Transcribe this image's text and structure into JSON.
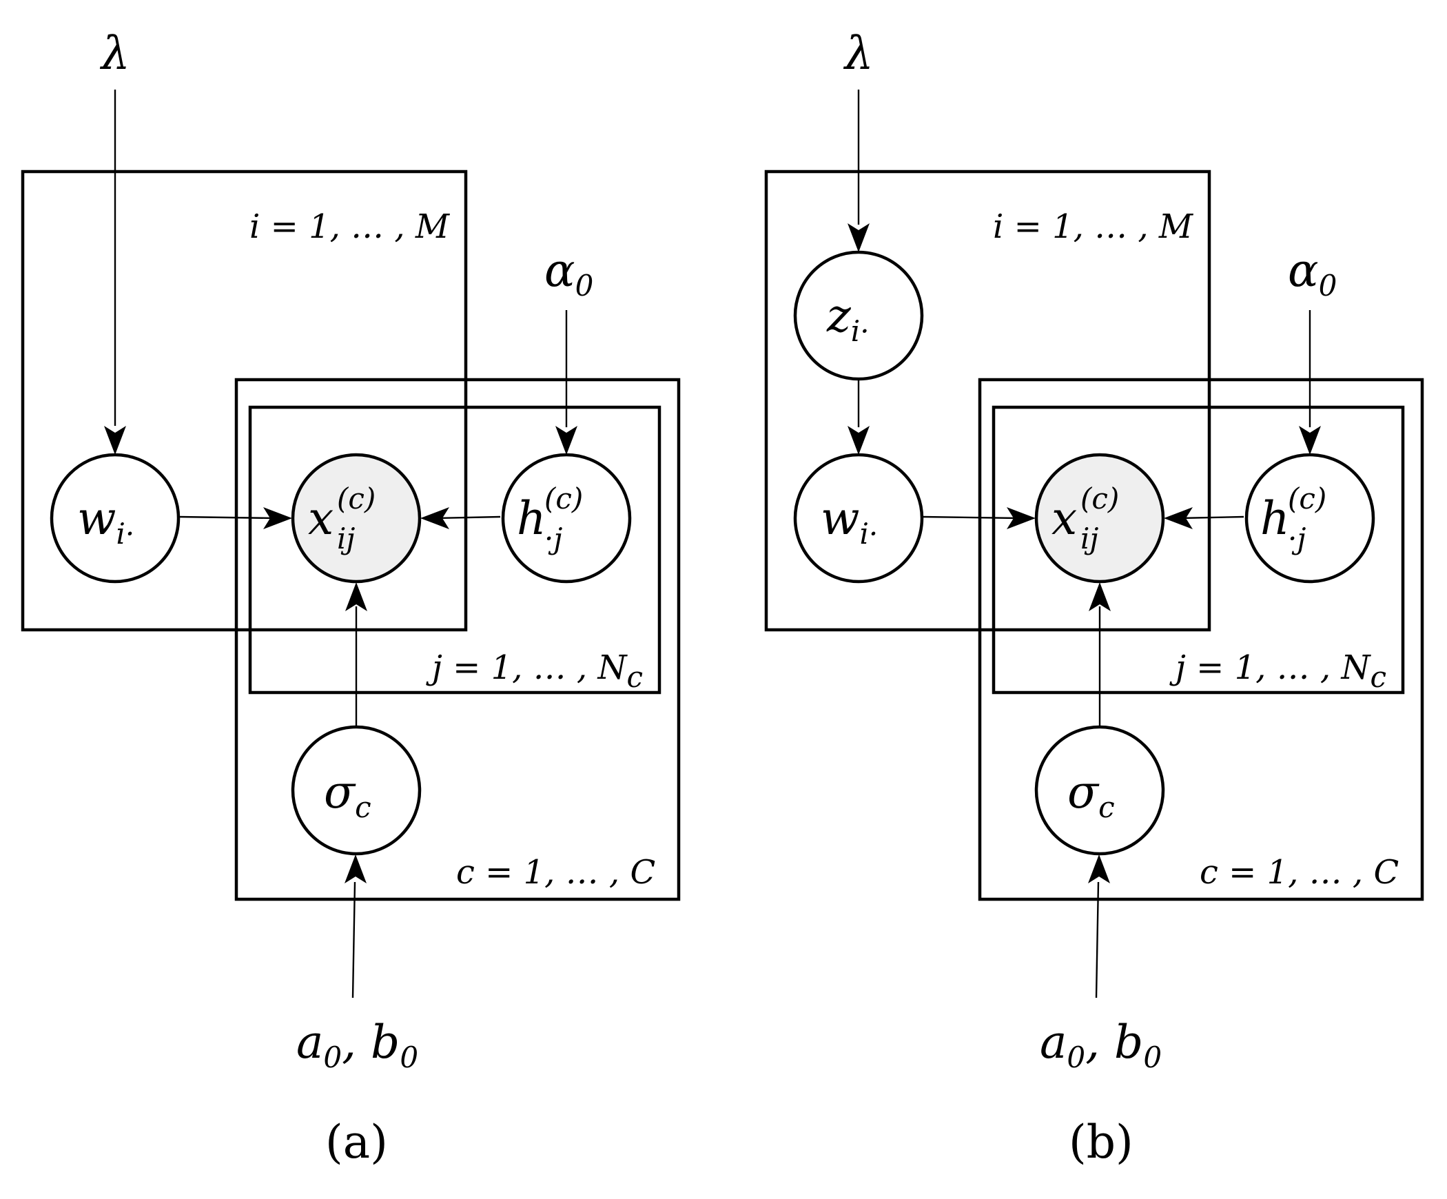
{
  "panels": [
    {
      "id": "a",
      "caption": "(a)",
      "hyper_top": "λ",
      "hyper_right": "α",
      "hyper_right_sub": "0",
      "hyper_bottom": "a",
      "hyper_bottom_sub1": "0",
      "hyper_bottom_mid": ", b",
      "hyper_bottom_sub2": "0",
      "plate_i": "i = 1, … , M",
      "plate_j": "j = 1, … , N",
      "plate_j_sub": "c",
      "plate_c": "c = 1, … , C",
      "node_w": "w",
      "node_w_sub": "i·",
      "node_x": "x",
      "node_x_sup": "(c)",
      "node_x_sub": "ij",
      "node_h": "h",
      "node_h_sup": "(c)",
      "node_h_sub": "·j",
      "node_sigma": "σ",
      "node_sigma_sub": "c"
    },
    {
      "id": "b",
      "caption": "(b)",
      "hyper_top": "λ",
      "hyper_right": "α",
      "hyper_right_sub": "0",
      "hyper_bottom": "a",
      "hyper_bottom_sub1": "0",
      "hyper_bottom_mid": ", b",
      "hyper_bottom_sub2": "0",
      "plate_i": "i = 1, … , M",
      "plate_j": "j = 1, … , N",
      "plate_j_sub": "c",
      "plate_c": "c = 1, … , C",
      "node_z": "z",
      "node_z_sub": "i·",
      "node_w": "w",
      "node_w_sub": "i·",
      "node_x": "x",
      "node_x_sup": "(c)",
      "node_x_sub": "ij",
      "node_h": "h",
      "node_h_sup": "(c)",
      "node_h_sub": "·j",
      "node_sigma": "σ",
      "node_sigma_sub": "c"
    }
  ]
}
